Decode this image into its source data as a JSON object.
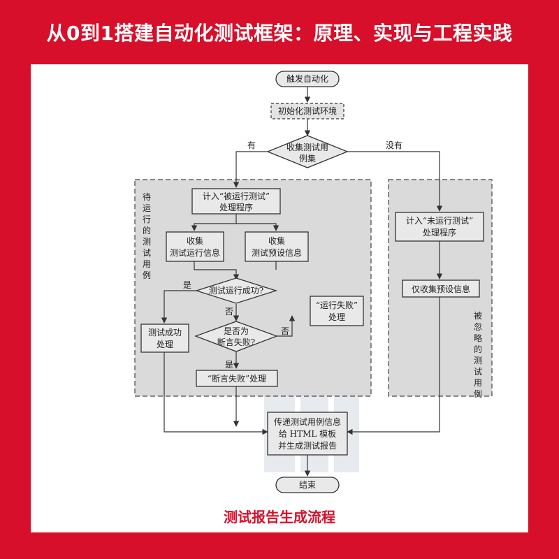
{
  "header": {
    "title": "从0到1搭建自动化测试框架：原理、实现与工程实践"
  },
  "caption": "测试报告生成流程",
  "nodes": {
    "trigger": "触发自动化",
    "init_env": "初始化测试环境",
    "collect_l1": "收集测试用",
    "collect_l2": "例集",
    "count_run_l1": "计入“被运行测试”",
    "count_run_l2": "处理程序",
    "collect_run_l1": "收集",
    "collect_run_l2": "测试运行信息",
    "collect_preset_l1": "收集",
    "collect_preset_l2": "测试预设信息",
    "run_success": "测试运行成功?",
    "is_assert_l1": "是否为",
    "is_assert_l2": "断言失败?",
    "run_fail_l1": "“运行失败”",
    "run_fail_l2": "处理",
    "test_success_l1": "测试成功",
    "test_success_l2": "处理",
    "assert_fail": "“断言失败”处理",
    "count_not_run_l1": "计入“未运行测试”",
    "count_not_run_l2": "处理程序",
    "collect_preset_only": "仅收集预设信息",
    "pass_info_l1": "传递测试用例信息",
    "pass_info_l2": "给 HTML 模板",
    "pass_info_l3": "并生成测试报告",
    "end": "结束"
  },
  "labels": {
    "yes": "有",
    "no": "没有",
    "is": "是",
    "not": "否"
  },
  "groups": {
    "run_cases": [
      "待",
      "运",
      "行",
      "的",
      "测",
      "试",
      "用",
      "例"
    ],
    "ignored_cases": [
      "被",
      "忽",
      "略",
      "的",
      "测",
      "试",
      "用",
      "例"
    ]
  }
}
